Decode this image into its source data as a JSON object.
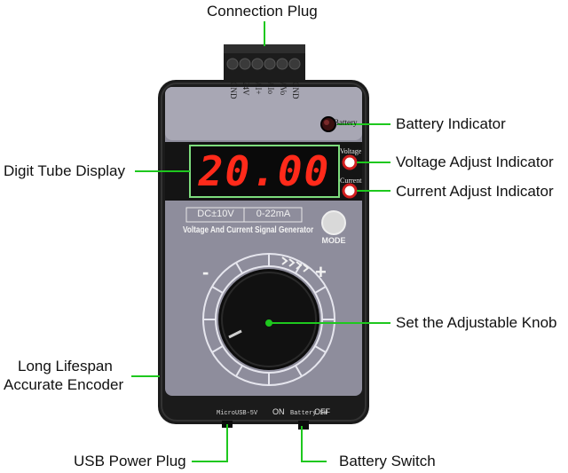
{
  "callouts": {
    "connection_plug": "Connection Plug",
    "battery_indicator": "Battery Indicator",
    "digit_tube_display": "Digit Tube Display",
    "voltage_adjust_indicator": "Voltage Adjust Indicator",
    "current_adjust_indicator": "Current Adjust Indicator",
    "adjustable_knob": "Set the Adjustable Knob",
    "encoder_line1": "Long Lifespan",
    "encoder_line2": "Accurate Encoder",
    "usb_power_plug": "USB Power Plug",
    "battery_switch": "Battery Switch"
  },
  "device": {
    "terminals": [
      "GND",
      "24V",
      "AI+",
      "AIo",
      "AVo",
      "GND"
    ],
    "battery_label": "Battery",
    "display_value": "20.00",
    "voltage_label": "Voltage",
    "current_label": "Current",
    "range_voltage": "DC±10V",
    "range_current": "0-22mA",
    "panel_title": "Voltage And Current Signal Generator",
    "mode_label": "MODE",
    "minus_label": "-",
    "plus_label": "+",
    "usb_label": "MicroUSB-5V",
    "switch_on": "ON",
    "switch_label": "Battery SW",
    "switch_off": "OFF"
  },
  "colors": {
    "callout_line": "#1ec81e",
    "display_digits": "#ff2a1a",
    "display_frame": "#7ddc7d",
    "case": "#1b1b1b",
    "panel": "#8e8d9c"
  }
}
